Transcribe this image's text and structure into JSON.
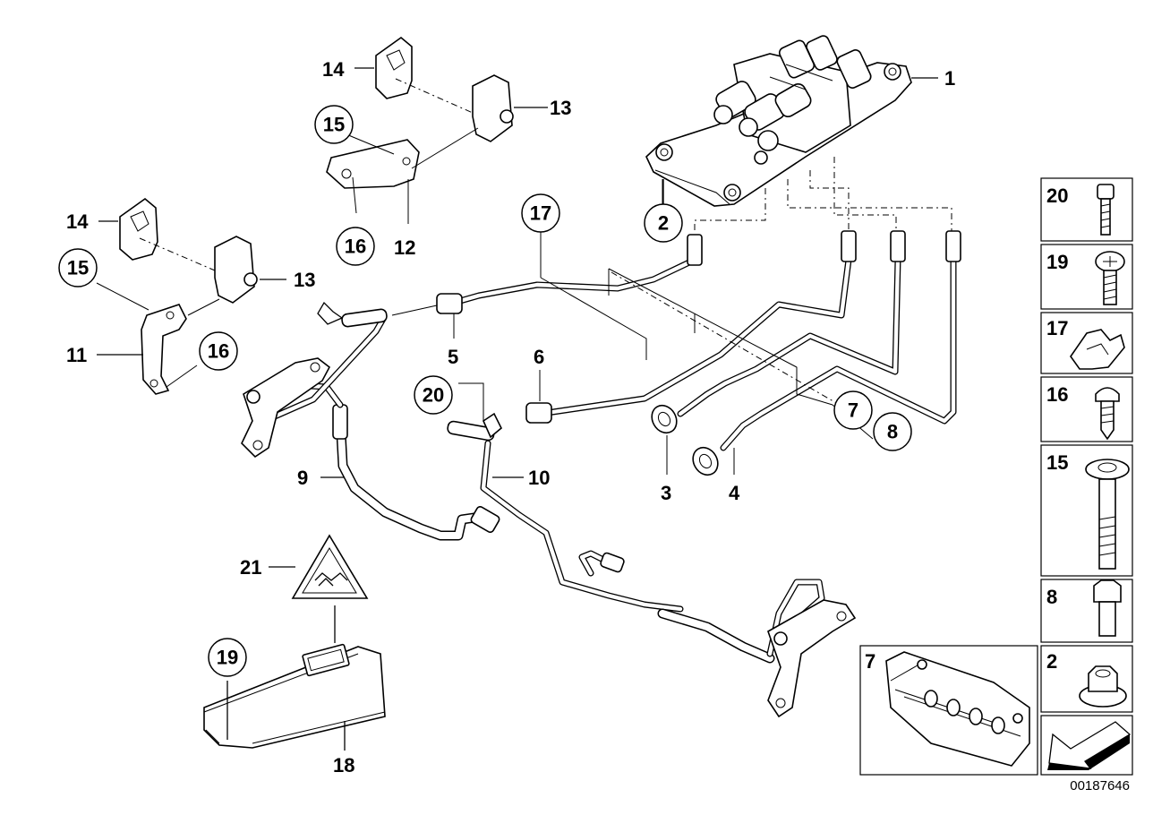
{
  "diagram": {
    "part_number": "00187646",
    "callouts": [
      {
        "id": "c1",
        "label": "1",
        "circled": false
      },
      {
        "id": "c2",
        "label": "2",
        "circled": true
      },
      {
        "id": "c3",
        "label": "3",
        "circled": false
      },
      {
        "id": "c4",
        "label": "4",
        "circled": false
      },
      {
        "id": "c5",
        "label": "5",
        "circled": false
      },
      {
        "id": "c6",
        "label": "6",
        "circled": false
      },
      {
        "id": "c7",
        "label": "7",
        "circled": true
      },
      {
        "id": "c8",
        "label": "8",
        "circled": true
      },
      {
        "id": "c9",
        "label": "9",
        "circled": false
      },
      {
        "id": "c10",
        "label": "10",
        "circled": false
      },
      {
        "id": "c11",
        "label": "11",
        "circled": false
      },
      {
        "id": "c12",
        "label": "12",
        "circled": false
      },
      {
        "id": "c13a",
        "label": "13",
        "circled": false
      },
      {
        "id": "c13b",
        "label": "13",
        "circled": false
      },
      {
        "id": "c14a",
        "label": "14",
        "circled": false
      },
      {
        "id": "c14b",
        "label": "14",
        "circled": false
      },
      {
        "id": "c15a",
        "label": "15",
        "circled": true
      },
      {
        "id": "c15b",
        "label": "15",
        "circled": true
      },
      {
        "id": "c16a",
        "label": "16",
        "circled": true
      },
      {
        "id": "c16b",
        "label": "16",
        "circled": true
      },
      {
        "id": "c17",
        "label": "17",
        "circled": true
      },
      {
        "id": "c18",
        "label": "18",
        "circled": false
      },
      {
        "id": "c19",
        "label": "19",
        "circled": true
      },
      {
        "id": "c20",
        "label": "20",
        "circled": true
      },
      {
        "id": "c21",
        "label": "21",
        "circled": false
      }
    ],
    "side_panel": [
      {
        "label": "20",
        "item": "screw"
      },
      {
        "label": "19",
        "item": "screw"
      },
      {
        "label": "17",
        "item": "clip"
      },
      {
        "label": "16",
        "item": "screw"
      },
      {
        "label": "15",
        "item": "bolt"
      },
      {
        "label": "8",
        "item": "bolt"
      },
      {
        "label": "2",
        "item": "nut"
      }
    ],
    "detail_box": {
      "label": "7"
    }
  }
}
